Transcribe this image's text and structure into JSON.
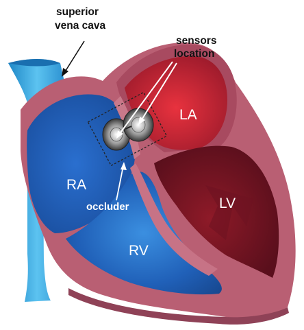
{
  "labels": {
    "vena_cava_line1": "superior",
    "vena_cava_line2": "vena cava",
    "sensors_line1": "sensors",
    "sensors_line2": "location",
    "la": "LA",
    "ra": "RA",
    "lv": "LV",
    "rv": "RV",
    "occluder": "occluder"
  },
  "colors": {
    "right_side_blue": "#1f5fb5",
    "left_side_red": "#c8202e",
    "myocardium_pink": "#c06a7c",
    "dark_wall": "#8a3c50",
    "vessel_blue": "#3aa7e0"
  }
}
